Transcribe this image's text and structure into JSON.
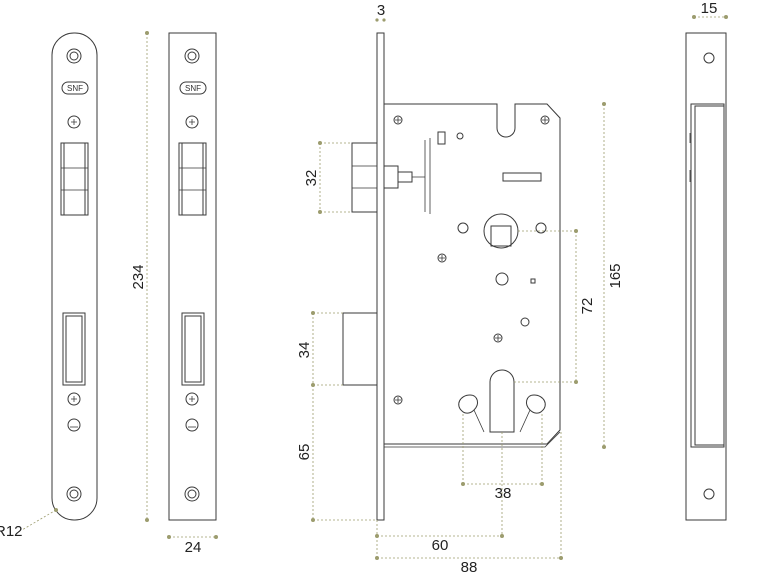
{
  "dimensions": {
    "d3": "3",
    "d15": "15",
    "d32": "32",
    "d234": "234",
    "d165": "165",
    "d72": "72",
    "d34": "34",
    "d65": "65",
    "d38": "38",
    "d60": "60",
    "d24": "24",
    "d88": "88",
    "r12": "R12"
  },
  "logo": {
    "text": "SNF"
  }
}
